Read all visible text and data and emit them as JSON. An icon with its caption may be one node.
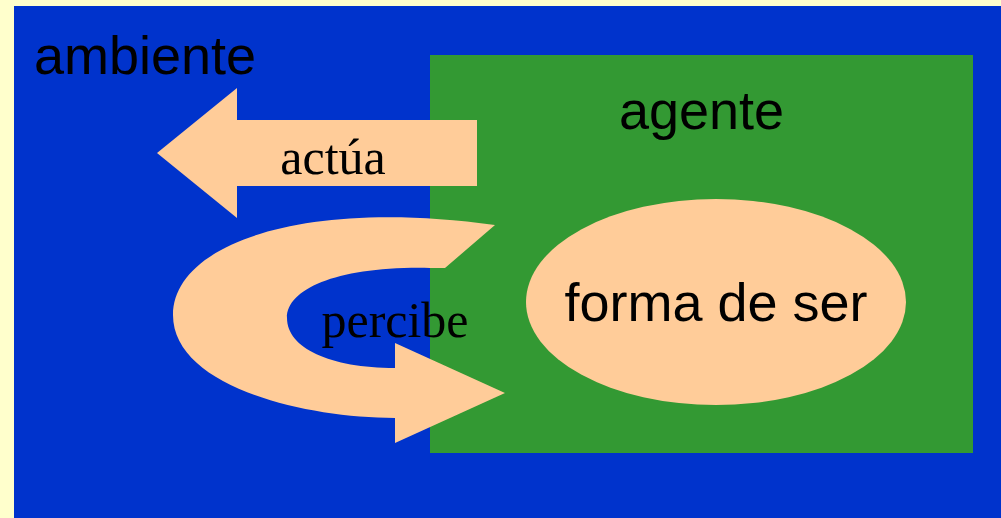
{
  "diagram": {
    "nodes": [
      {
        "text": [
          "ambiente"
        ]
      },
      {
        "text": [
          "agente"
        ],
        "in": 0
      },
      {
        "text": [
          "forma de ser"
        ],
        "in": 1
      }
    ],
    "edges": [
      {
        "from": 1,
        "to": 0,
        "arrow": "to",
        "label": "actúa"
      },
      {
        "from": 0,
        "to": 1,
        "arrow": "to",
        "label": "percibe"
      }
    ]
  }
}
